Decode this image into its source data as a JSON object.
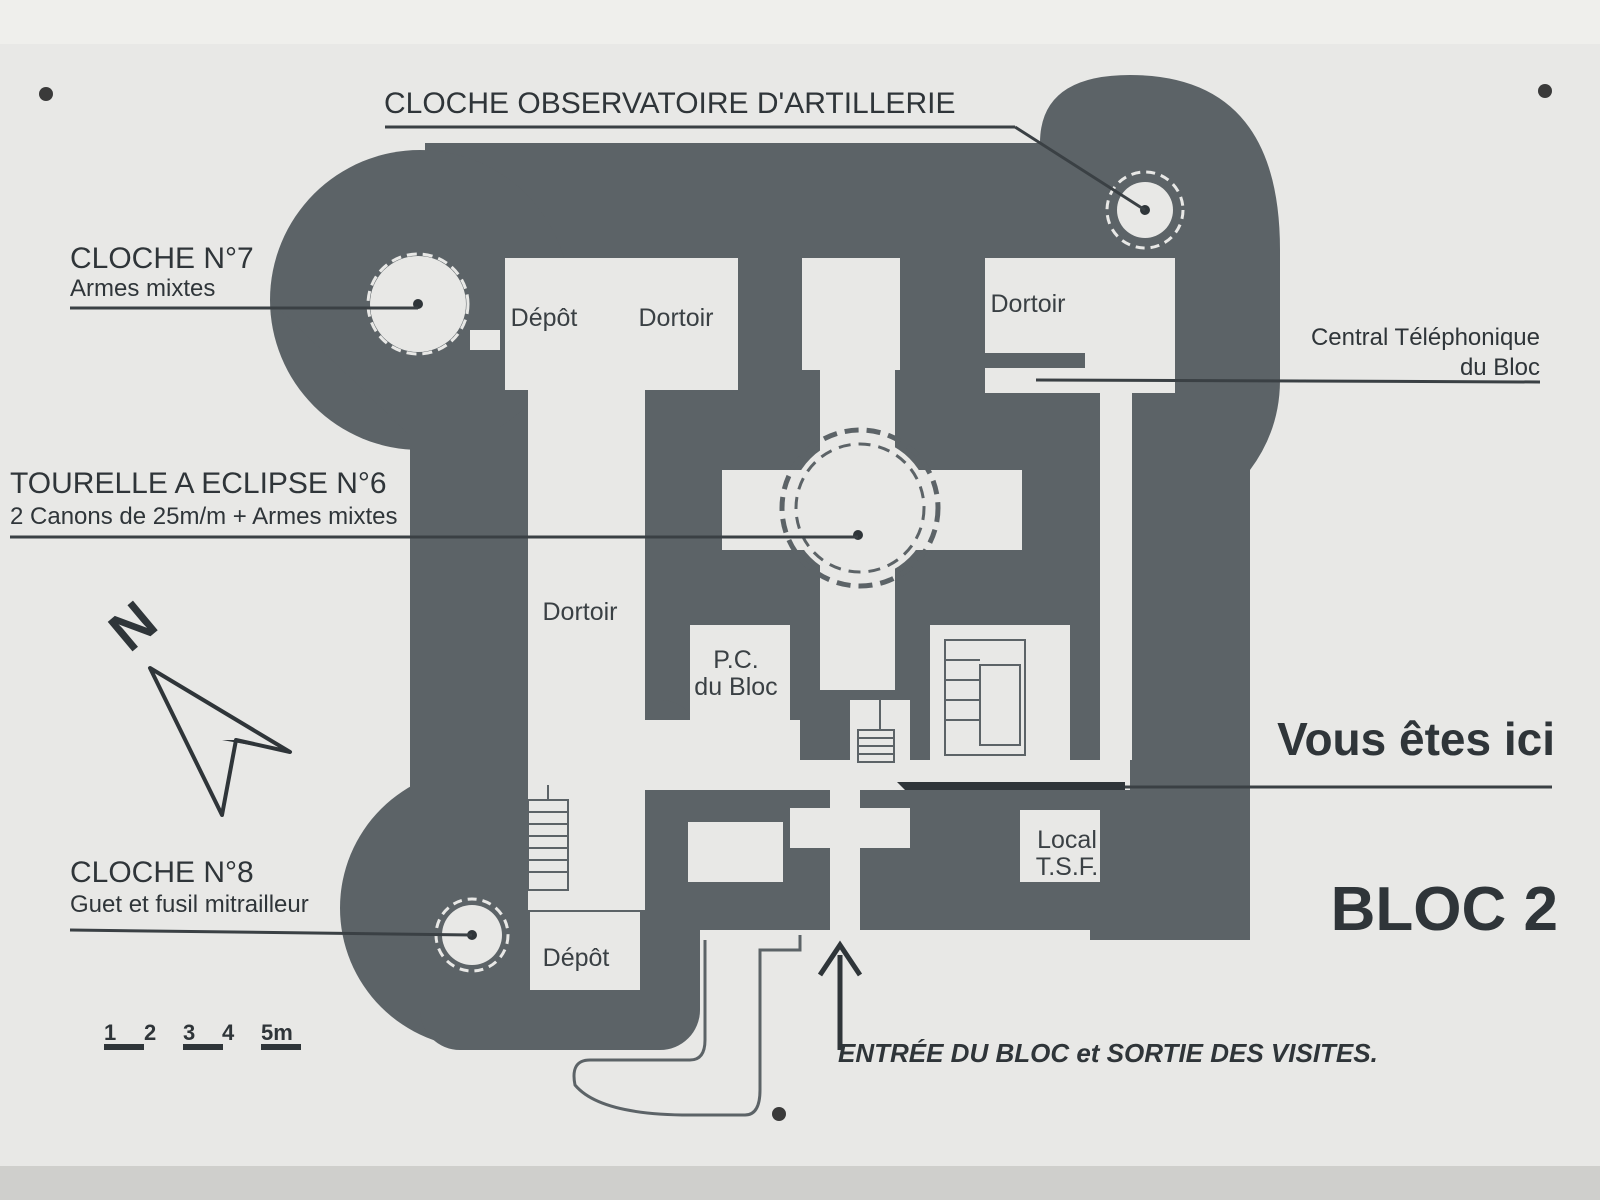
{
  "colors": {
    "wall": "#efefec",
    "plate": "#e8e8e6",
    "fill": "#5c6367",
    "ink": "#2f3539"
  },
  "labels": {
    "cloche_obs": "CLOCHE OBSERVATOIRE D'ARTILLERIE",
    "cloche7_title": "CLOCHE N°7",
    "cloche7_sub": "Armes mixtes",
    "tourelle_title": "TOURELLE A ECLIPSE N°6",
    "tourelle_sub": "2 Canons de 25m/m + Armes mixtes",
    "central_line1": "Central Téléphonique",
    "central_line2": "du Bloc",
    "vous_etes_ici": "Vous êtes ici",
    "bloc": "BLOC 2",
    "cloche8_title": "CLOCHE N°8",
    "cloche8_sub": "Guet et fusil mitrailleur",
    "entree": "ENTRÉE DU BLOC et SORTIE DES VISITES."
  },
  "rooms": {
    "depot_top": "Dépôt",
    "dortoir_top_left": "Dortoir",
    "dortoir_top_right": "Dortoir",
    "dortoir_left": "Dortoir",
    "pc_line1": "P.C.",
    "pc_line2": "du Bloc",
    "local_line1": "Local",
    "local_line2": "T.S.F.",
    "depot_bottom": "Dépôt"
  },
  "compass": {
    "letter": "N"
  },
  "scale": {
    "ticks": [
      "1",
      "2",
      "3",
      "4",
      "5m"
    ]
  }
}
